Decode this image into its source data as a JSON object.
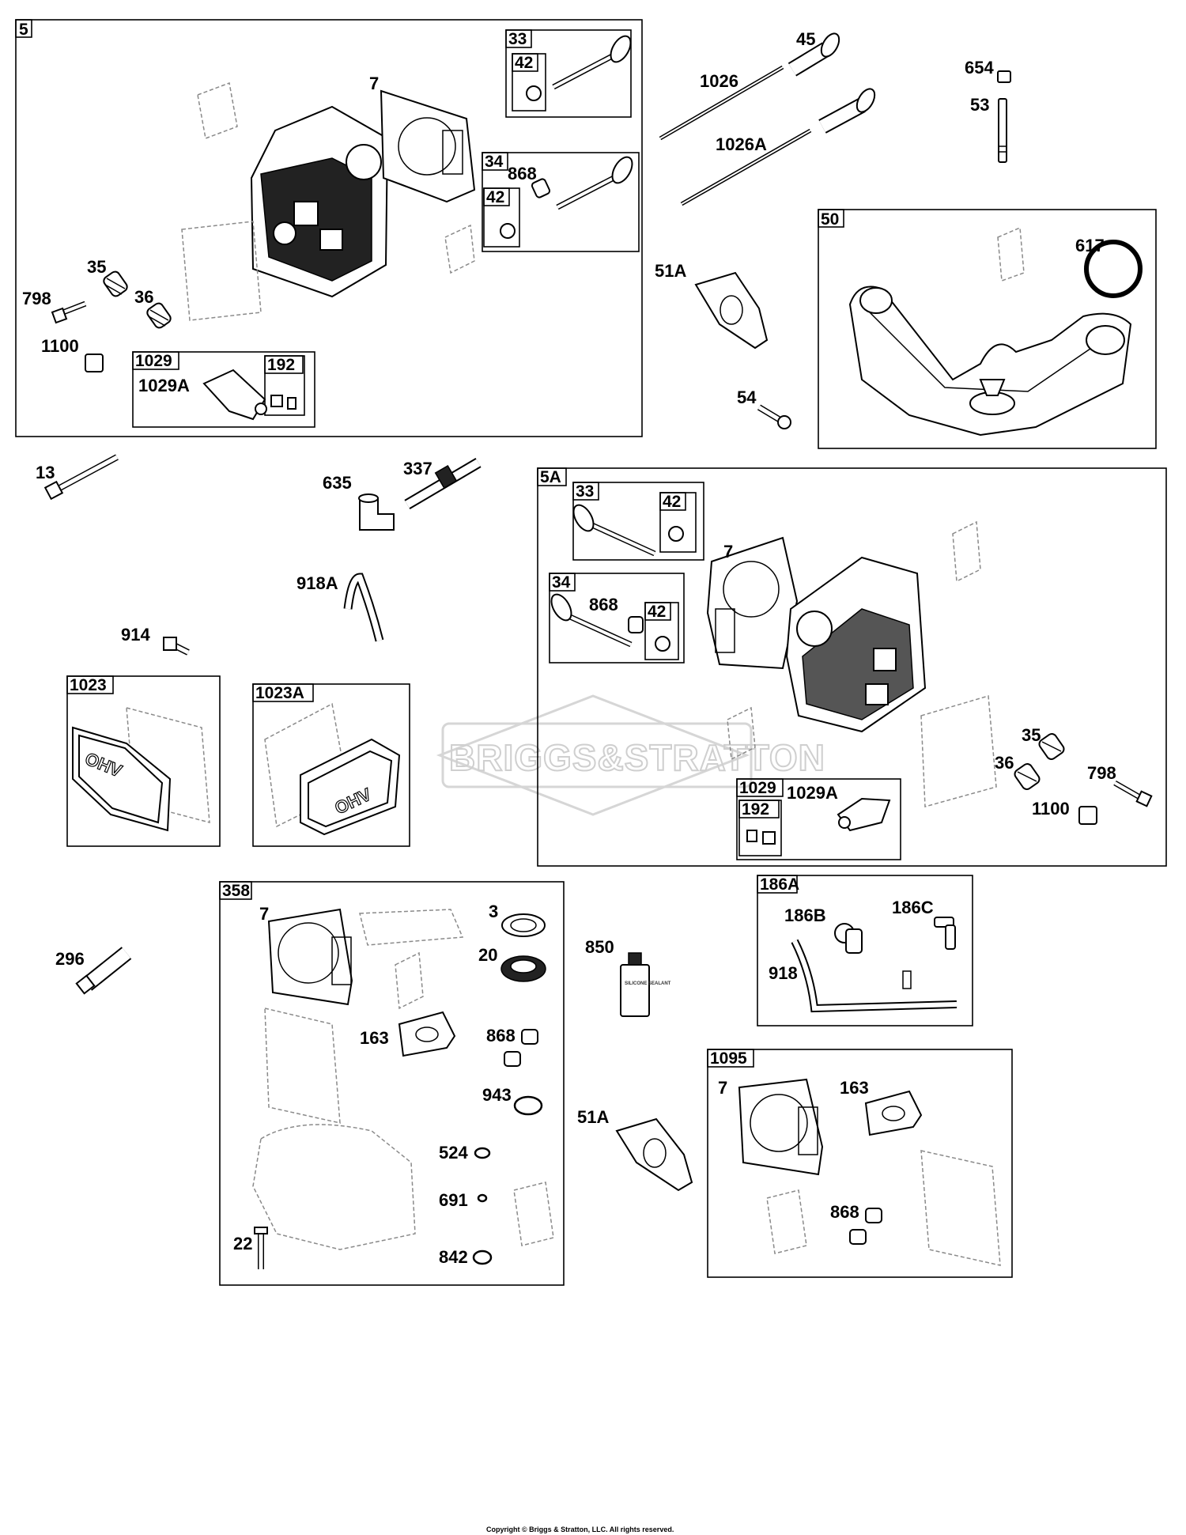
{
  "watermark": "BRIGGS&STRATTON",
  "copyright": "Copyright © Briggs & Stratton, LLC. All rights reserved.",
  "sheath_text": "OHV",
  "tube_text": "SILICONE SEALANT",
  "boxes": {
    "b5": "5",
    "b33": "33",
    "b42a": "42",
    "b34": "34",
    "b42b": "42",
    "b1029": "1029",
    "b192": "192",
    "b50": "50",
    "b5A": "5A",
    "b33a": "33",
    "b42c": "42",
    "b34a": "34",
    "b42d": "42",
    "b1029a": "1029",
    "b192a": "192",
    "b1023": "1023",
    "b1023A": "1023A",
    "b358": "358",
    "b186A": "186A",
    "b1095": "1095"
  },
  "labels": {
    "l7a": "7",
    "l868a": "868",
    "l35a": "35",
    "l36a": "36",
    "l798a": "798",
    "l1100a": "1100",
    "l1029Aa": "1029A",
    "l45": "45",
    "l1026": "1026",
    "l1026A": "1026A",
    "l654": "654",
    "l53": "53",
    "l617": "617",
    "l51Aa": "51A",
    "l54": "54",
    "l13": "13",
    "l635": "635",
    "l337": "337",
    "l918A": "918A",
    "l914": "914",
    "l7b": "7",
    "l868b": "868",
    "l35b": "35",
    "l36b": "36",
    "l798b": "798",
    "l1100b": "1100",
    "l1029Ab": "1029A",
    "l7c": "7",
    "l3": "3",
    "l20": "20",
    "l163a": "163",
    "l868c": "868",
    "l943": "943",
    "l524": "524",
    "l691": "691",
    "l22": "22",
    "l842": "842",
    "l296": "296",
    "l850": "850",
    "l186B": "186B",
    "l186C": "186C",
    "l918": "918",
    "l51Ab": "51A",
    "l7d": "7",
    "l163b": "163",
    "l868d": "868"
  }
}
